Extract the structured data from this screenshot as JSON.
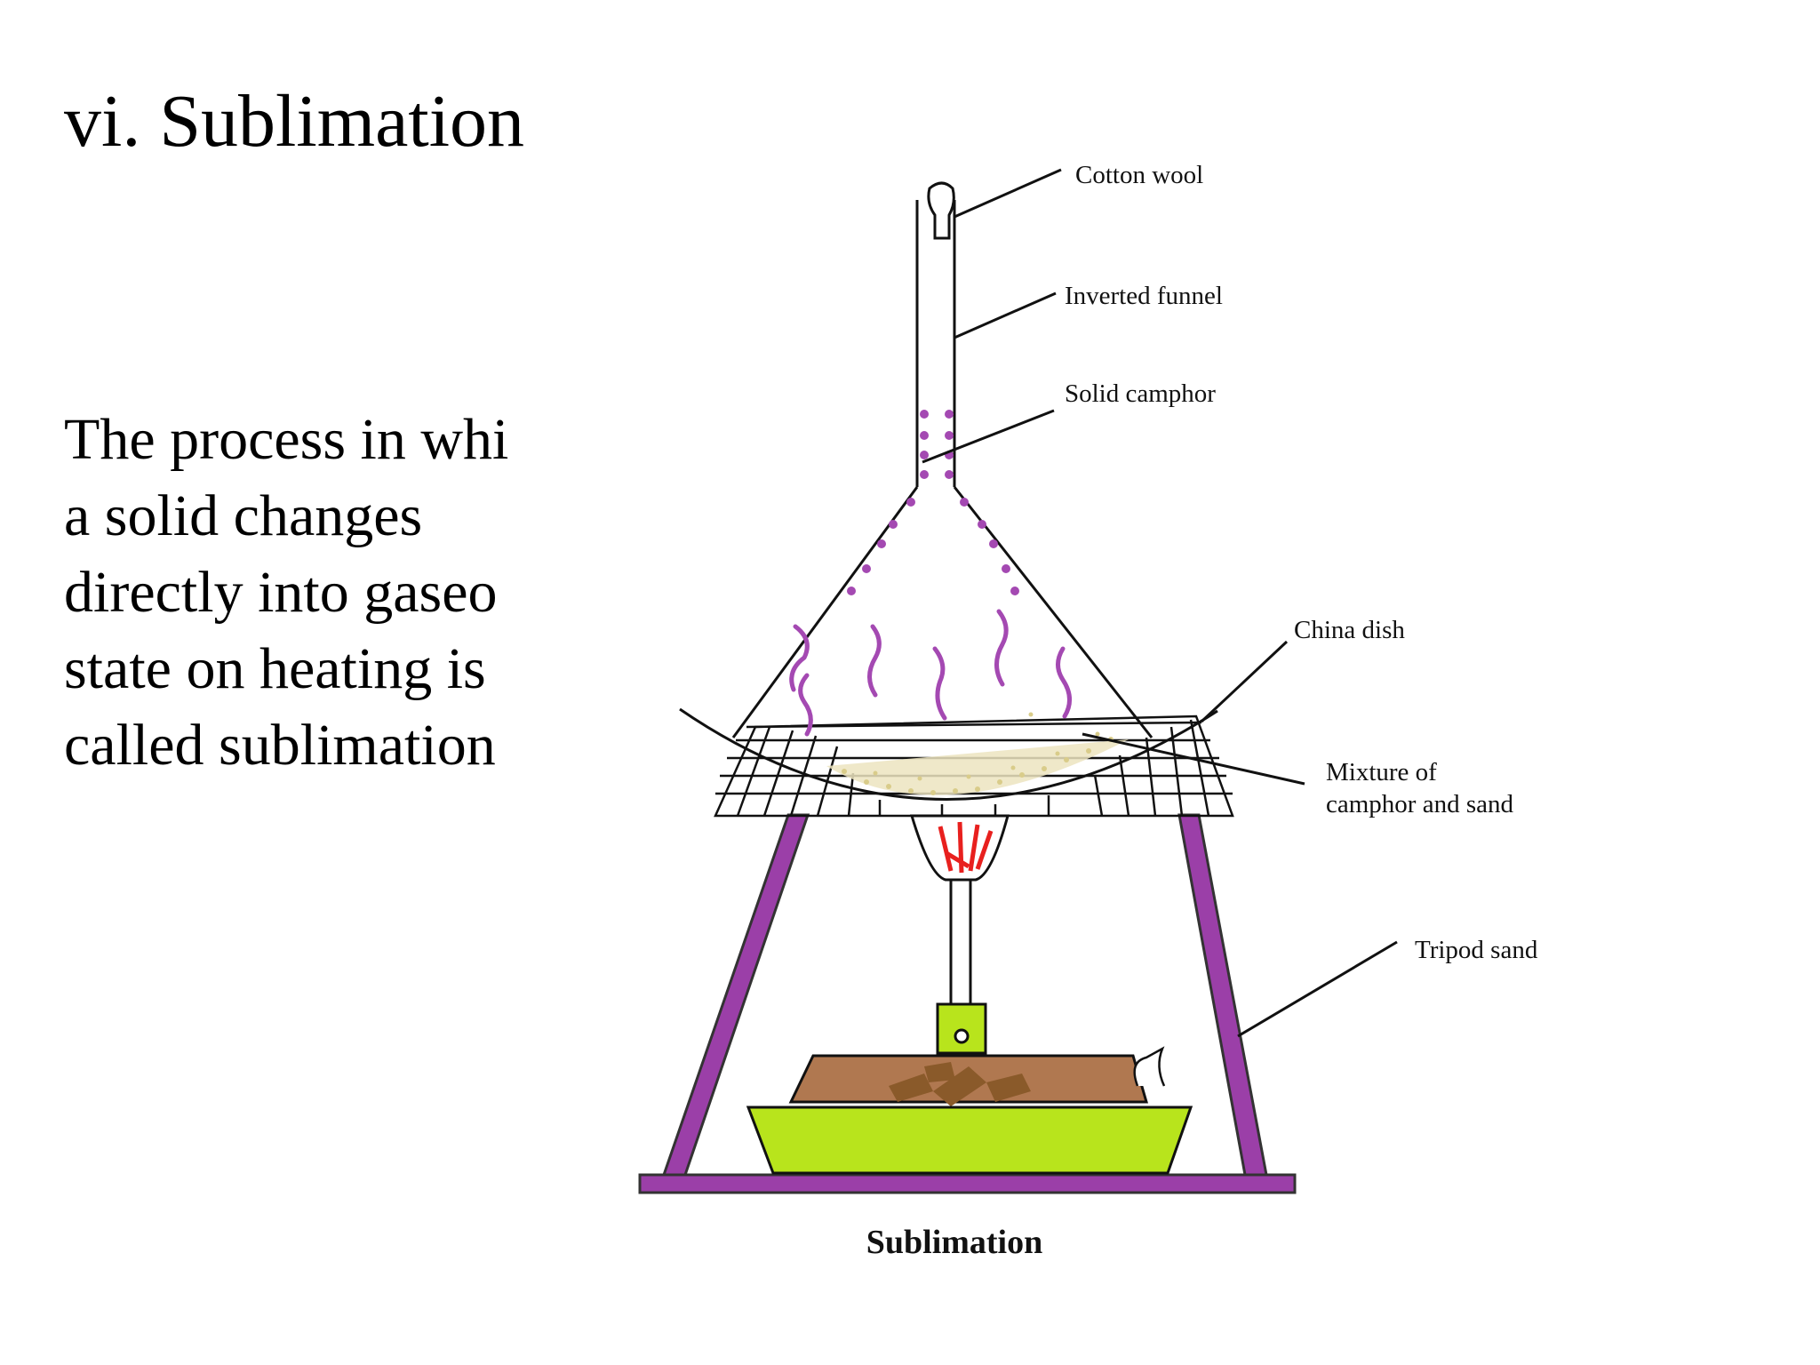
{
  "slide": {
    "title": "vi. Sublimation",
    "body_lines": [
      "The process in whi",
      "a solid changes",
      "directly into gaseo",
      "state on heating is",
      "called sublimation"
    ]
  },
  "diagram": {
    "labels": {
      "cotton_wool": "Cotton wool",
      "inverted_funnel": "Inverted funnel",
      "solid_camphor": "Solid camphor",
      "china_dish": "China dish",
      "mixture_line1": "Mixture of",
      "mixture_line2": "camphor and sand",
      "tripod_stand": "Tripod sand"
    },
    "caption": "Sublimation",
    "colors": {
      "tripod": "#9b3fa8",
      "camphor_vapour": "#a449b2",
      "flame": "#e8201e",
      "burner_base": "#b8e41c",
      "sand_tray": "#b8e41c",
      "fuel_block": "#b07850",
      "fuel_pieces": "#8a5a2a",
      "sand_mixture": "#ece4c0"
    }
  }
}
